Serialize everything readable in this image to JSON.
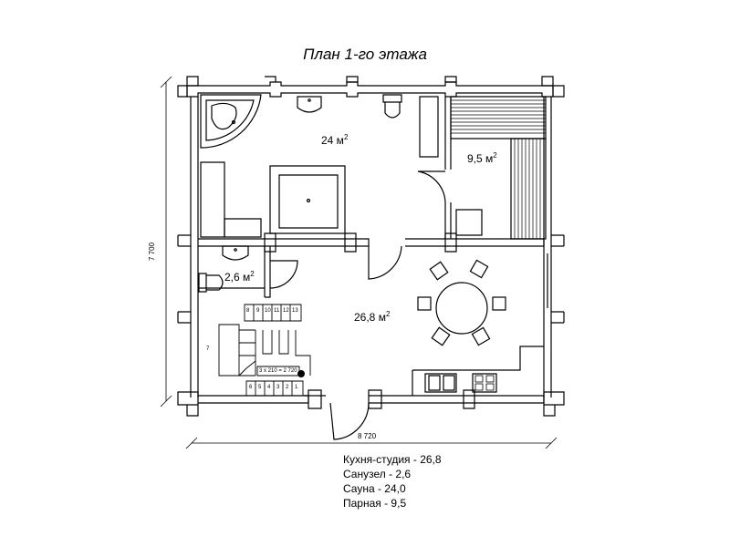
{
  "title": "План 1-го этажа",
  "rooms": [
    {
      "id": "sauna",
      "area_label": "24 м",
      "sup": "2"
    },
    {
      "id": "steam",
      "area_label": "9,5 м",
      "sup": "2"
    },
    {
      "id": "bath",
      "area_label": "2,6 м",
      "sup": "2"
    },
    {
      "id": "kitchen",
      "area_label": "26,8 м",
      "sup": "2"
    }
  ],
  "dimensions": {
    "width": "8 720",
    "height": "7 700"
  },
  "stairs": {
    "upper_steps": [
      "8",
      "9",
      "10",
      "11",
      "12",
      "13"
    ],
    "lower_steps": [
      "6",
      "5",
      "4",
      "3",
      "2",
      "1"
    ],
    "landing_label": "7",
    "hint": "3 x 210 = 2 720"
  },
  "legend": [
    "Кухня-студия - 26,8",
    "Санузел - 2,6",
    "Сауна - 24,0",
    "Парная - 9,5"
  ]
}
